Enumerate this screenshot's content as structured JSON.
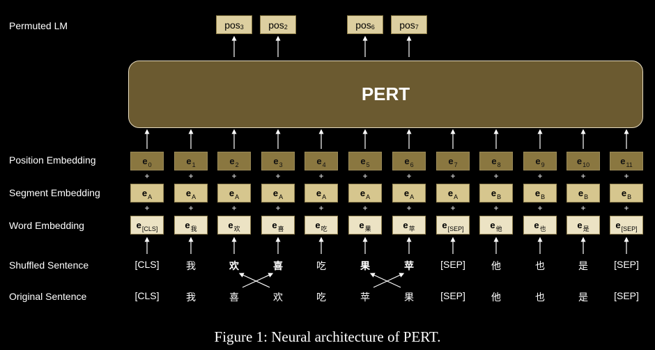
{
  "row_labels": {
    "permuted_lm": "Permuted LM",
    "position_embedding": "Position Embedding",
    "segment_embedding": "Segment Embedding",
    "word_embedding": "Word Embedding",
    "shuffled_sentence": "Shuffled Sentence",
    "original_sentence": "Original Sentence"
  },
  "model_name": "PERT",
  "permuted_lm_outputs": [
    {
      "base": "pos",
      "sub": "3"
    },
    {
      "base": "pos",
      "sub": "2"
    },
    {
      "base": "pos",
      "sub": "6"
    },
    {
      "base": "pos",
      "sub": "7"
    }
  ],
  "position_embeddings": [
    {
      "base": "e",
      "sub": "0"
    },
    {
      "base": "e",
      "sub": "1"
    },
    {
      "base": "e",
      "sub": "2"
    },
    {
      "base": "e",
      "sub": "3"
    },
    {
      "base": "e",
      "sub": "4"
    },
    {
      "base": "e",
      "sub": "5"
    },
    {
      "base": "e",
      "sub": "6"
    },
    {
      "base": "e",
      "sub": "7"
    },
    {
      "base": "e",
      "sub": "8"
    },
    {
      "base": "e",
      "sub": "9"
    },
    {
      "base": "e",
      "sub": "10"
    },
    {
      "base": "e",
      "sub": "11"
    }
  ],
  "segment_embeddings": [
    {
      "base": "e",
      "sub": "A"
    },
    {
      "base": "e",
      "sub": "A"
    },
    {
      "base": "e",
      "sub": "A"
    },
    {
      "base": "e",
      "sub": "A"
    },
    {
      "base": "e",
      "sub": "A"
    },
    {
      "base": "e",
      "sub": "A"
    },
    {
      "base": "e",
      "sub": "A"
    },
    {
      "base": "e",
      "sub": "A"
    },
    {
      "base": "e",
      "sub": "B"
    },
    {
      "base": "e",
      "sub": "B"
    },
    {
      "base": "e",
      "sub": "B"
    },
    {
      "base": "e",
      "sub": "B"
    }
  ],
  "word_embeddings": [
    {
      "base": "e",
      "sub": "[CLS]"
    },
    {
      "base": "e",
      "sub": "我"
    },
    {
      "base": "e",
      "sub": "欢"
    },
    {
      "base": "e",
      "sub": "喜"
    },
    {
      "base": "e",
      "sub": "吃"
    },
    {
      "base": "e",
      "sub": "果"
    },
    {
      "base": "e",
      "sub": "苹"
    },
    {
      "base": "e",
      "sub": "[SEP]"
    },
    {
      "base": "e",
      "sub": "他"
    },
    {
      "base": "e",
      "sub": "也"
    },
    {
      "base": "e",
      "sub": "是"
    },
    {
      "base": "e",
      "sub": "[SEP]"
    }
  ],
  "plus_sign": "+",
  "shuffled_sentence": [
    "[CLS]",
    "我",
    "欢",
    "喜",
    "吃",
    "果",
    "苹",
    "[SEP]",
    "他",
    "也",
    "是",
    "[SEP]"
  ],
  "shuffled_bold": [
    false,
    false,
    true,
    true,
    false,
    true,
    true,
    false,
    false,
    false,
    false,
    false
  ],
  "original_sentence": [
    "[CLS]",
    "我",
    "喜",
    "欢",
    "吃",
    "苹",
    "果",
    "[SEP]",
    "他",
    "也",
    "是",
    "[SEP]"
  ],
  "caption": "Figure 1:  Neural architecture of PERT.",
  "colors": {
    "background": "#000000",
    "pert_block": "#6b5a30",
    "position_embedding": "#8a7740",
    "segment_embedding": "#d6c68e",
    "word_embedding": "#ece3c4",
    "permuted_output": "#ddcfa0"
  }
}
